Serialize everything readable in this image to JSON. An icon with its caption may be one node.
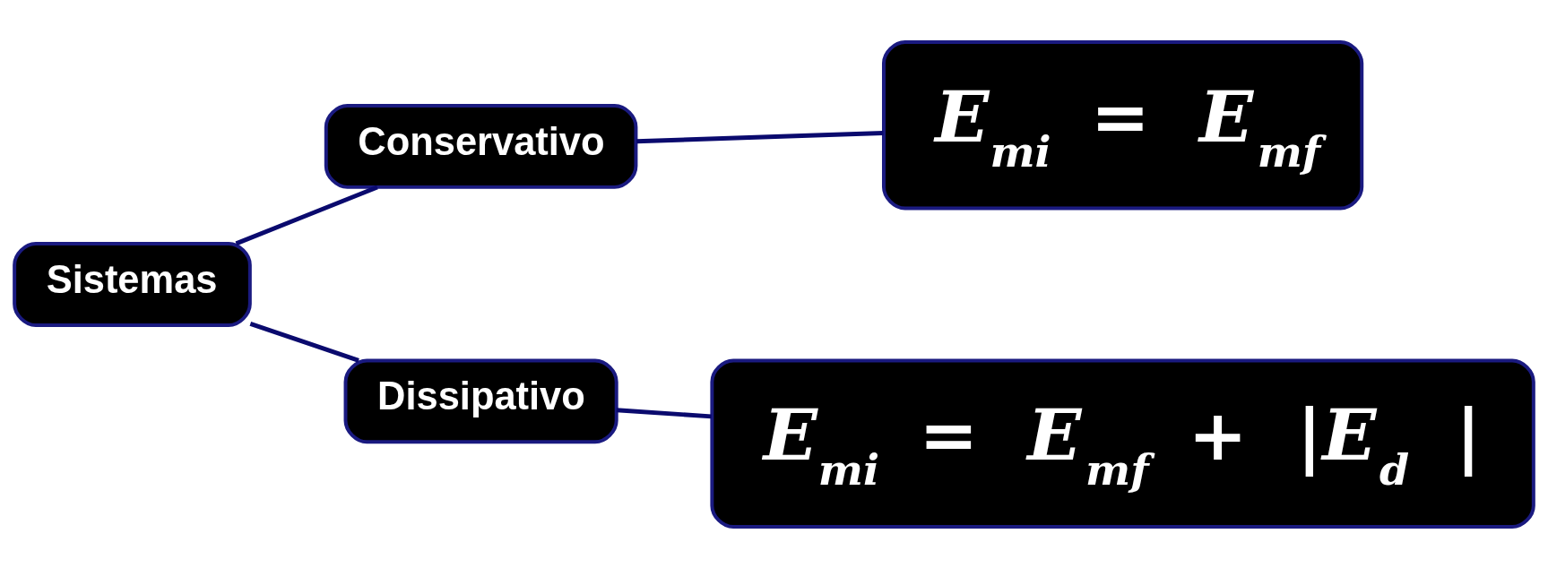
{
  "diagram": {
    "nodes": [
      {
        "text": [
          "Sistemas"
        ]
      },
      {
        "text": [
          "Conservativo"
        ]
      },
      {
        "text": [
          "Dissipativo"
        ]
      },
      {
        "text": [
          "E$_{mi}$ = E$_{mf}$"
        ]
      },
      {
        "text": [
          "E$_{mi}$ = E$_{mf}$ + |E$_{d}$ |"
        ]
      }
    ],
    "edges": [
      {
        "from": 0,
        "to": 1,
        "arrow": "none"
      },
      {
        "from": 0,
        "to": 2,
        "arrow": "none"
      },
      {
        "from": 1,
        "to": 3,
        "arrow": "none"
      },
      {
        "from": 2,
        "to": 4,
        "arrow": "none"
      }
    ]
  }
}
